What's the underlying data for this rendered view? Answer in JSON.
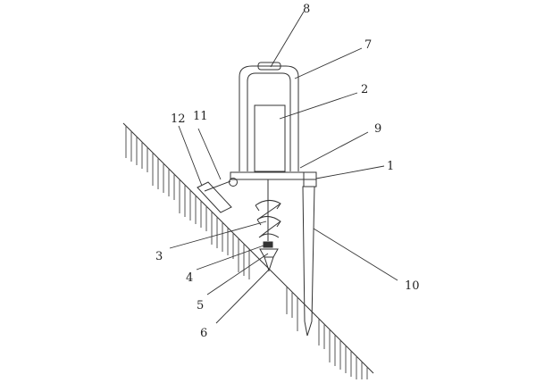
{
  "diagram": {
    "type": "technical-drawing",
    "labels": {
      "l1": "1",
      "l2": "2",
      "l3": "3",
      "l4": "4",
      "l5": "5",
      "l6": "6",
      "l7": "7",
      "l8": "8",
      "l9": "9",
      "l10": "10",
      "l11": "11",
      "l12": "12"
    }
  }
}
